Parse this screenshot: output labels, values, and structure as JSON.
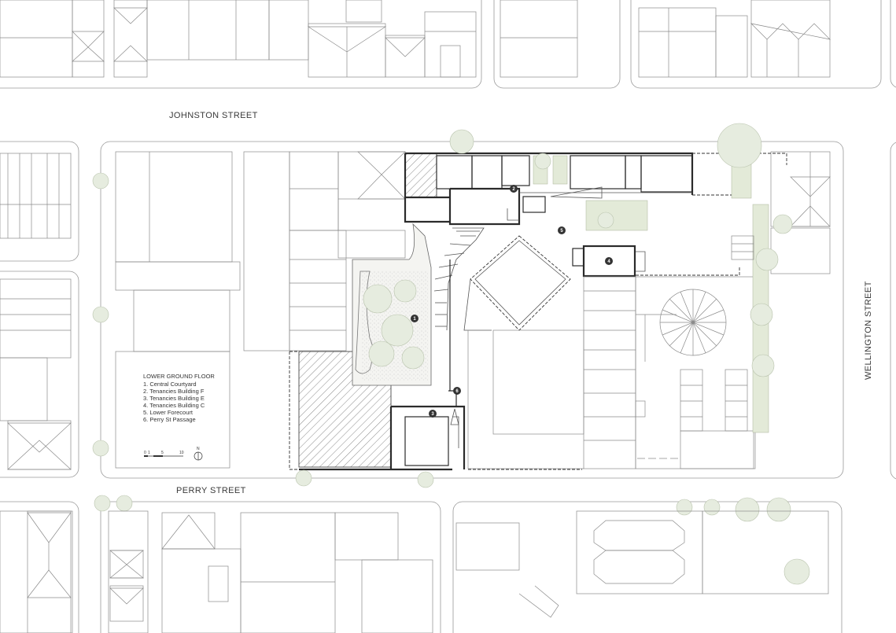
{
  "streets": {
    "north": "JOHNSTON STREET",
    "south": "PERRY STREET",
    "east": "WELLINGTON STREET"
  },
  "legend": {
    "title": "LOWER GROUND FLOOR",
    "items": [
      "1. Central Courtyard",
      "2. Tenancies Building F",
      "3. Tenancies Building E",
      "4. Tenancies Building C",
      "5. Lower Forecourt",
      "6. Perry St Passage"
    ]
  },
  "markers": [
    "1",
    "2",
    "3",
    "4",
    "5",
    "6"
  ],
  "scale": {
    "ticks": [
      "0",
      "1",
      "5",
      "10"
    ],
    "north": "N"
  }
}
